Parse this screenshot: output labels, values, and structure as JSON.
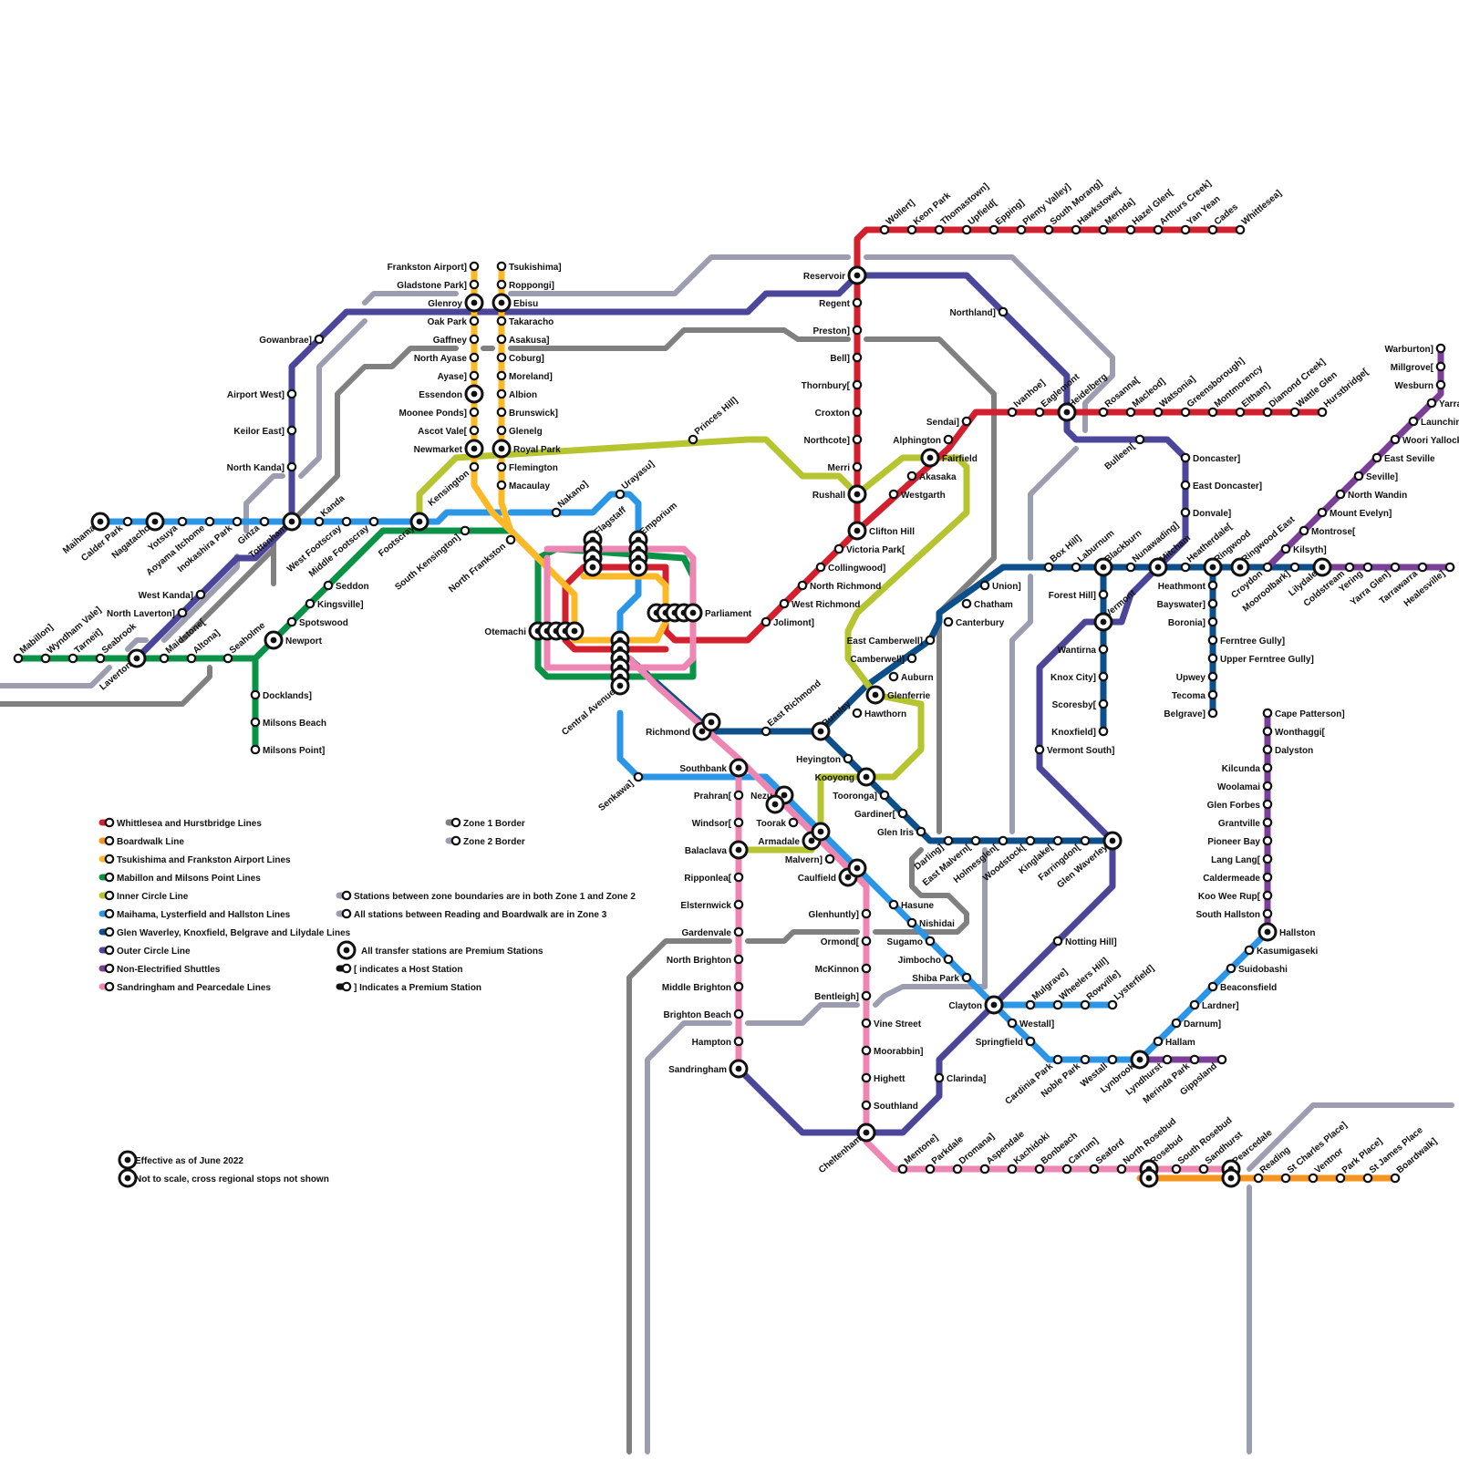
{
  "colors": {
    "red": "#d2202f",
    "orange": "#f7941d",
    "yellow": "#fdb827",
    "green": "#0a9347",
    "lime": "#b5c42f",
    "blue": "#2b96e6",
    "navy": "#0c4f8a",
    "purple": "#4b4699",
    "violet": "#7b3f98",
    "pink": "#ee86b4",
    "zone1": "#808080",
    "zone2": "#9d9db1"
  },
  "legend": {
    "lines": [
      {
        "color": "red",
        "label": "Whittlesea and Hurstbridge Lines"
      },
      {
        "color": "orange",
        "label": "Boardwalk Line"
      },
      {
        "color": "yellow",
        "label": "Tsukishima and Frankston Airport Lines"
      },
      {
        "color": "green",
        "label": "Mabillon and Milsons Point Lines"
      },
      {
        "color": "lime",
        "label": "Inner Circle Line"
      },
      {
        "color": "blue",
        "label": "Maihama, Lysterfield and Hallston Lines"
      },
      {
        "color": "navy",
        "label": "Glen Waverley, Knoxfield, Belgrave and Lilydale Lines"
      },
      {
        "color": "purple",
        "label": "Outer Circle Line"
      },
      {
        "color": "violet",
        "label": "Non-Electrified Shuttles"
      },
      {
        "color": "pink",
        "label": "Sandringham and Pearcedale Lines"
      }
    ],
    "zones": [
      {
        "color": "zone1",
        "label": "Zone 1 Border"
      },
      {
        "color": "zone2",
        "label": "Zone 2 Border"
      }
    ],
    "notes": [
      "Stations between zone boundaries are in both Zone 1 and Zone 2",
      "All stations between Reading and Boardwalk are in Zone 3",
      "All transfer stations are Premium Stations",
      "[ indicates a Host Station",
      "] Indicates a Premium Station"
    ],
    "footer": [
      "Effective as of June 2022",
      "Not to scale, cross regional stops not shown"
    ]
  },
  "stations": {
    "red_north": [
      "Wollert]",
      "Keon Park",
      "Thomastown]",
      "Upfield[",
      "Epping]",
      "Plenty Valley]",
      "South Morang]",
      "Hawkstowe[",
      "Mernda]",
      "Hazel Glen[",
      "Arthurs Creek]",
      "Yan Yean",
      "Cades",
      "Whittlesea]"
    ],
    "red_spine": [
      "Reservoir",
      "Regent",
      "Preston]",
      "Bell]",
      "Thornbury[",
      "Croxton",
      "Northcote]",
      "Merri",
      "Rushall",
      "Clifton Hill"
    ],
    "red_south": [
      "Victoria Park[",
      "Collingwood]",
      "North Richmond",
      "West Richmond",
      "Jolimont]"
    ],
    "hurstbridge": [
      "Sendai]",
      "Alphington",
      "Fairfield",
      "Akasaka",
      "Westgarth",
      "Ivanhoe]",
      "Eaglemont",
      "Heidelberg",
      "Rosanna[",
      "Macleod]",
      "Watsonia]",
      "Greensborough]",
      "Montmorency",
      "Eltham]",
      "Diamond Creek]",
      "Wattle Glen",
      "Hurstbridge["
    ],
    "yellow_left": [
      "Frankston Airport]",
      "Gladstone Park]",
      "Glenroy",
      "Oak Park",
      "Gaffney",
      "North Ayase",
      "Ayase]",
      "Essendon",
      "Moonee Ponds]",
      "Ascot Vale[",
      "Newmarket",
      "Kensington"
    ],
    "yellow_right": [
      "Tsukishima]",
      "Roppongi]",
      "Ebisu",
      "Takaracho",
      "Asakusa]",
      "Coburg]",
      "Moreland]",
      "Albion",
      "Brunswick]",
      "Glenelg",
      "Royal Park",
      "Flemington",
      "Macaulay"
    ],
    "blue_west": [
      "Maihama",
      "Calder Park",
      "Nagatacho",
      "Yotsuya",
      "Aoyama Itchome",
      "Inokashira Park",
      "Ginza",
      "Tottenham",
      "Kanda",
      "West Footscray",
      "Middle Footscray",
      "Footscray"
    ],
    "green_west": [
      "Mabillon]",
      "Wyndham Vale]",
      "Tarneit]",
      "Seabrook",
      "Laverton",
      "Maidstone[",
      "Altona]",
      "Seaholme",
      "Newport",
      "Spotswood",
      "Kingsville]",
      "Seddon",
      "South Kensington]",
      "North Frankston"
    ],
    "green_south": [
      "Docklands]",
      "Milsons Beach",
      "Milsons Point]"
    ],
    "purple_west": [
      "Gowanbrae]",
      "Airport West]",
      "Keilor East]",
      "North Kanda]",
      "West Kanda]",
      "North Laverton]"
    ],
    "city": [
      "Nakano]",
      "Urayasu]",
      "Flagstaff",
      "Emporium",
      "Parliament",
      "Otemachi",
      "Central Avenue",
      "Senkawa]",
      "Princes Hill]"
    ],
    "navy_east": [
      "Richmond",
      "East Richmond",
      "Burnley",
      "Hawthorn",
      "Glenferrie",
      "Auburn",
      "Camberwell]",
      "East Camberwell]",
      "Canterbury",
      "Chatham",
      "Union]",
      "Box Hill]",
      "Laburnum",
      "Blackburn",
      "Nunawading]",
      "Mitcham",
      "Heatherdale[",
      "Ringwood",
      "Ringwood East",
      "Croydon",
      "Mooroolbark]",
      "Lilydale"
    ],
    "navy_branches": [
      "Forest Hill]",
      "Vermont",
      "Wantirna",
      "Knox City]",
      "Scoresby[",
      "Knoxfield]",
      "Heathmont",
      "Bayswater]",
      "Boronia]",
      "Ferntree Gully]",
      "Upper Ferntree Gully]",
      "Upwey",
      "Tecoma",
      "Belgrave]"
    ],
    "glen_waverley": [
      "Heyington",
      "Kooyong",
      "Tooronga]",
      "Gardiner[",
      "Glen Iris",
      "Darling]",
      "East Malvern[",
      "Holmesglen[",
      "Woodstock[",
      "Kinglake[",
      "Farringdon[",
      "Glen Waverley"
    ],
    "outer_circle": [
      "Northland]",
      "Bulleen[",
      "Doncaster]",
      "East Doncaster]",
      "Donvale]",
      "Vermont South]",
      "Notting Hill]",
      "Mulgrave]",
      "Clarinda]"
    ],
    "violet_east": [
      "Coldstream",
      "Yering",
      "Yarra Glen]",
      "Tarrawarra",
      "Healesville]",
      "Kilsyth]",
      "Montrose[",
      "Mount Evelyn]",
      "North Wandin",
      "Seville]",
      "East Seville",
      "Woori Yallock",
      "Launching Place[",
      "Yarra Junction]",
      "Wesburn",
      "Millgrove[",
      "Warburton]"
    ],
    "violet_south": [
      "Cape Patterson]",
      "Wonthaggi[",
      "Dalyston",
      "Kilcunda",
      "Woolamai",
      "Glen Forbes",
      "Grantville",
      "Pioneer Bay",
      "Lang Lang[",
      "Caldermeade",
      "Koo Wee Rup[",
      "South Hallston",
      "Hallston"
    ],
    "blue_south": [
      "Southbank",
      "Nezu",
      "Toorak",
      "Armadale",
      "Malvern]",
      "Caulfield",
      "Hasune",
      "Nishidai",
      "Sugamo",
      "Jimbocho",
      "Shiba Park",
      "Clayton",
      "Westall]",
      "Springfield",
      "Wheelers Hill]",
      "Rowville]",
      "Lysterfield]",
      "Cardinia Park",
      "Noble Park",
      "Westall",
      "Lynbrook",
      "Lyndhurst",
      "Merinda Park",
      "Gippsland",
      "Hallam",
      "Darnum]",
      "Lardner]",
      "Beaconsfield",
      "Suidobashi",
      "Kasumigaseki"
    ],
    "pink_sandringham": [
      "Prahran[",
      "Windsor[",
      "Balaclava",
      "Ripponlea[",
      "Elsternwick",
      "Gardenvale",
      "North Brighton",
      "Middle Brighton",
      "Brighton Beach",
      "Hampton",
      "Sandringham"
    ],
    "pink_frankston": [
      "Glenhuntly]",
      "Ormond[",
      "McKinnon",
      "Bentleigh]",
      "Vine Street",
      "Moorabbin]",
      "Highett",
      "Southland",
      "Cheltenham",
      "Mentone]",
      "Parkdale",
      "Dromana]",
      "Aspendale",
      "Kachidoki",
      "Bonbeach",
      "Carrum]",
      "Seaford",
      "North Rosebud",
      "Rosebud",
      "South Rosebud",
      "Sandhurst",
      "Pearcedale"
    ],
    "boardwalk": [
      "Reading",
      "St Charles Place]",
      "Ventnor",
      "Park Place]",
      "St James Place",
      "Boardwalk]"
    ]
  }
}
